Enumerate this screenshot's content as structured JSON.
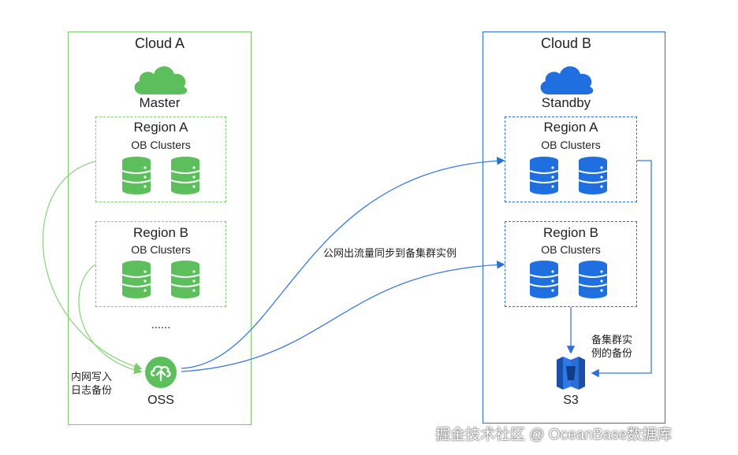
{
  "cloud_a": {
    "title": "Cloud A",
    "role": "Master",
    "color": "#7dc96e",
    "icon_color": "#5cbf5c",
    "regions": [
      {
        "name": "Region A",
        "sub": "OB Clusters"
      },
      {
        "name": "Region B",
        "sub": "OB Clusters"
      }
    ],
    "ellipsis": "......",
    "storage": {
      "label": "OSS",
      "icon": "oss-icon"
    }
  },
  "cloud_b": {
    "title": "Cloud B",
    "role": "Standby",
    "color": "#2a6fd6",
    "icon_color": "#1f6fe0",
    "regions": [
      {
        "name": "Region A",
        "sub": "OB Clusters"
      },
      {
        "name": "Region B",
        "sub": "OB Clusters"
      }
    ],
    "storage": {
      "label": "S3",
      "icon": "s3-icon"
    }
  },
  "annotations": {
    "internal_write": [
      "内网写入",
      "日志备份"
    ],
    "public_sync": "公网出流量同步到备集群实例",
    "standby_backup": [
      "备集群实",
      "例的备份"
    ]
  },
  "watermark": "掘金技术社区 @ OceanBase数据库"
}
